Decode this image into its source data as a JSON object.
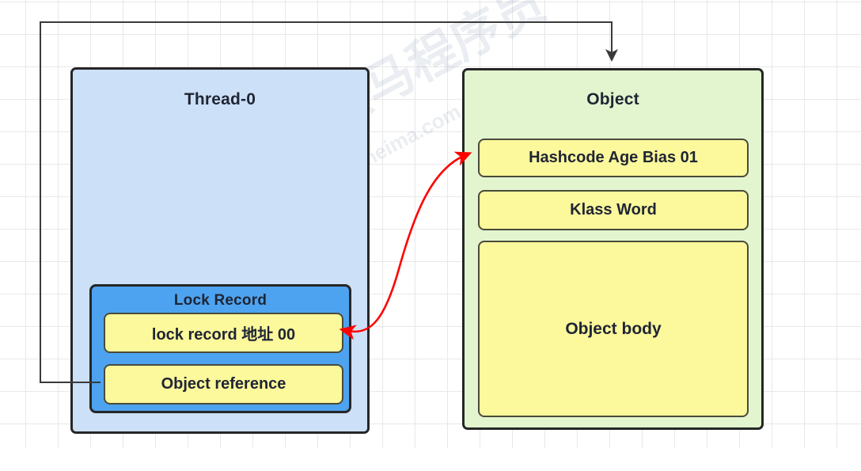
{
  "diagram": {
    "title_hidden": "",
    "thread": {
      "title": "Thread-0",
      "lock_record": {
        "title": "Lock Record",
        "rows": [
          {
            "label": "lock record 地址 00"
          },
          {
            "label": "Object reference"
          }
        ]
      }
    },
    "object": {
      "title": "Object",
      "rows": [
        {
          "label": "Hashcode Age Bias 01"
        },
        {
          "label": "Klass Word"
        },
        {
          "label": "Object body"
        }
      ]
    },
    "connectors": [
      {
        "name": "object-reference-to-object",
        "style": "orthogonal",
        "color": "#3a3a3a",
        "arrowhead": "end"
      },
      {
        "name": "lock-record-markword-swap",
        "style": "curved",
        "color": "#ff0000",
        "arrowhead": "both"
      }
    ],
    "watermark": {
      "brand": "黑马程序员",
      "site": "www.itheima.com"
    },
    "colors": {
      "thread_fill": "#cce0f8",
      "lock_record_fill": "#4da3f0",
      "object_fill": "#e2f5cf",
      "row_fill": "#fcf89c",
      "border": "#262626",
      "connector": "#3a3a3a",
      "highlight": "#ff0000",
      "grid_line": "#e8e8e8",
      "background": "#ffffff"
    }
  }
}
